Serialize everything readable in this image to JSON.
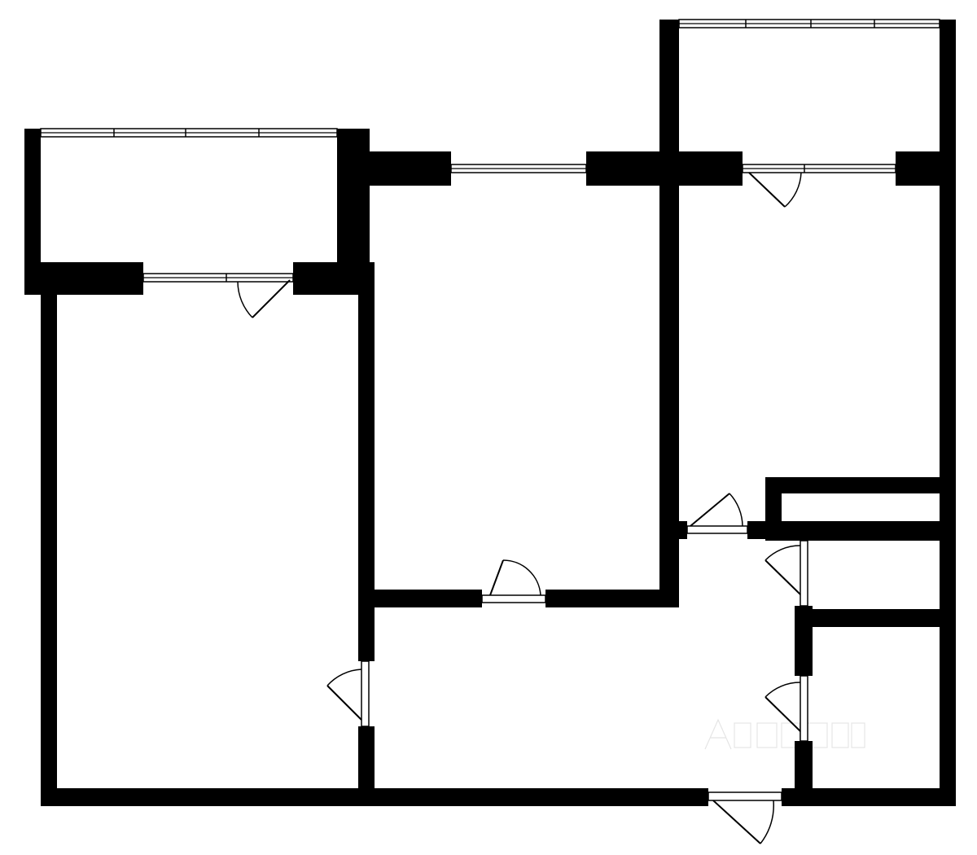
{
  "plan": {
    "wall_color": "#000000",
    "background_color": "#ffffff",
    "rooms": [
      "balcony-left",
      "room-left",
      "room-center",
      "loggia-right",
      "room-right",
      "hallway",
      "bathroom",
      "toilet",
      "closet"
    ],
    "doors_count": 8,
    "windows_count": 6
  }
}
